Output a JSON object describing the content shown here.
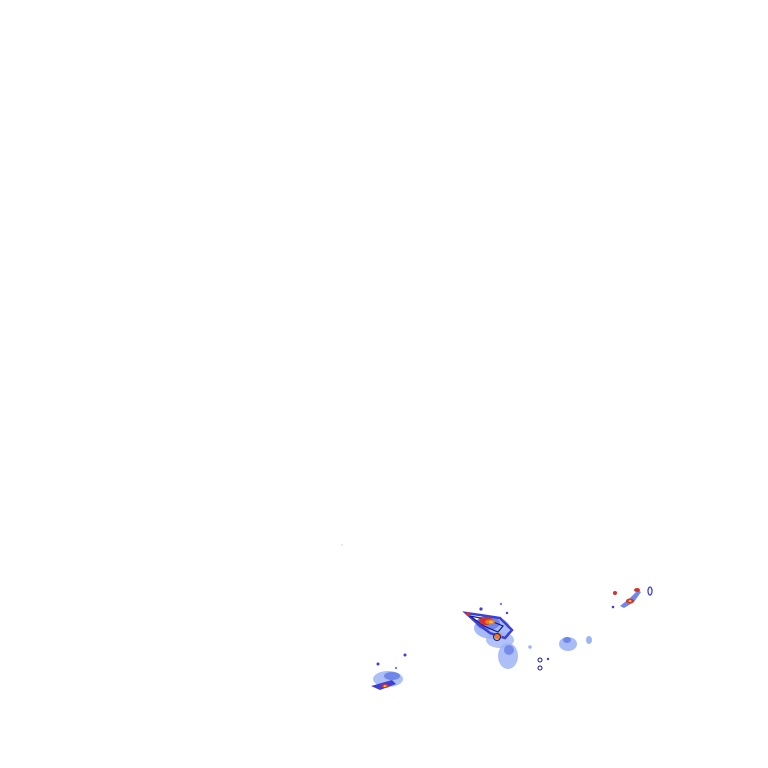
{
  "layer": {
    "type": "weather-radar-reflectivity-overlay",
    "background": "transparent",
    "palette": {
      "light": "#9db4f5",
      "medium": "#6f86ea",
      "strong": "#3d3fd6",
      "heavy": "#1a1a8c",
      "intense": "#d2342c",
      "extreme": "#f07a1c",
      "core": "#f5c23a"
    },
    "cells": [
      {
        "name": "cell-west",
        "intensity": "heavy"
      },
      {
        "name": "cell-central",
        "intensity": "extreme"
      },
      {
        "name": "cell-central-south",
        "intensity": "light"
      },
      {
        "name": "cell-east",
        "intensity": "medium"
      },
      {
        "name": "cell-far-east",
        "intensity": "intense"
      }
    ]
  }
}
